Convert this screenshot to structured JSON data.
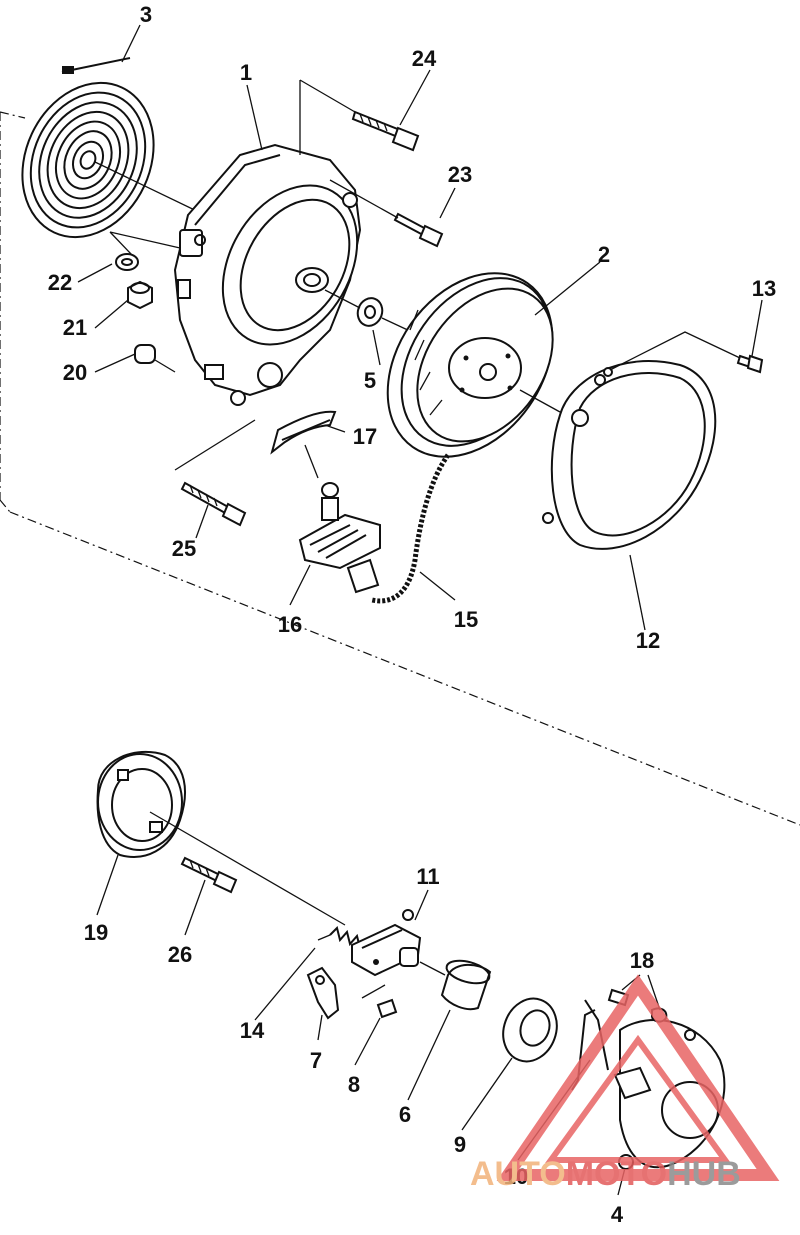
{
  "diagram": {
    "part_numbers": {
      "p1": "1",
      "p2": "2",
      "p3": "3",
      "p4": "4",
      "p5": "5",
      "p6": "6",
      "p7": "7",
      "p8": "8",
      "p9": "9",
      "p10": "10",
      "p11": "11",
      "p12": "12",
      "p13": "13",
      "p14": "14",
      "p15": "15",
      "p16": "16",
      "p17": "17",
      "p18": "18",
      "p19": "19",
      "p20": "20",
      "p21": "21",
      "p22": "22",
      "p23": "23",
      "p24": "24",
      "p25": "25",
      "p26": "26"
    }
  },
  "watermark": {
    "brand_part1": "AUTO",
    "brand_part2": "MOTO",
    "brand_part3": "HUB",
    "colors": {
      "part1": "#f2b27a",
      "part2": "#e25a5a",
      "part3": "#8a8a8a",
      "triangle": "#e86464"
    }
  }
}
